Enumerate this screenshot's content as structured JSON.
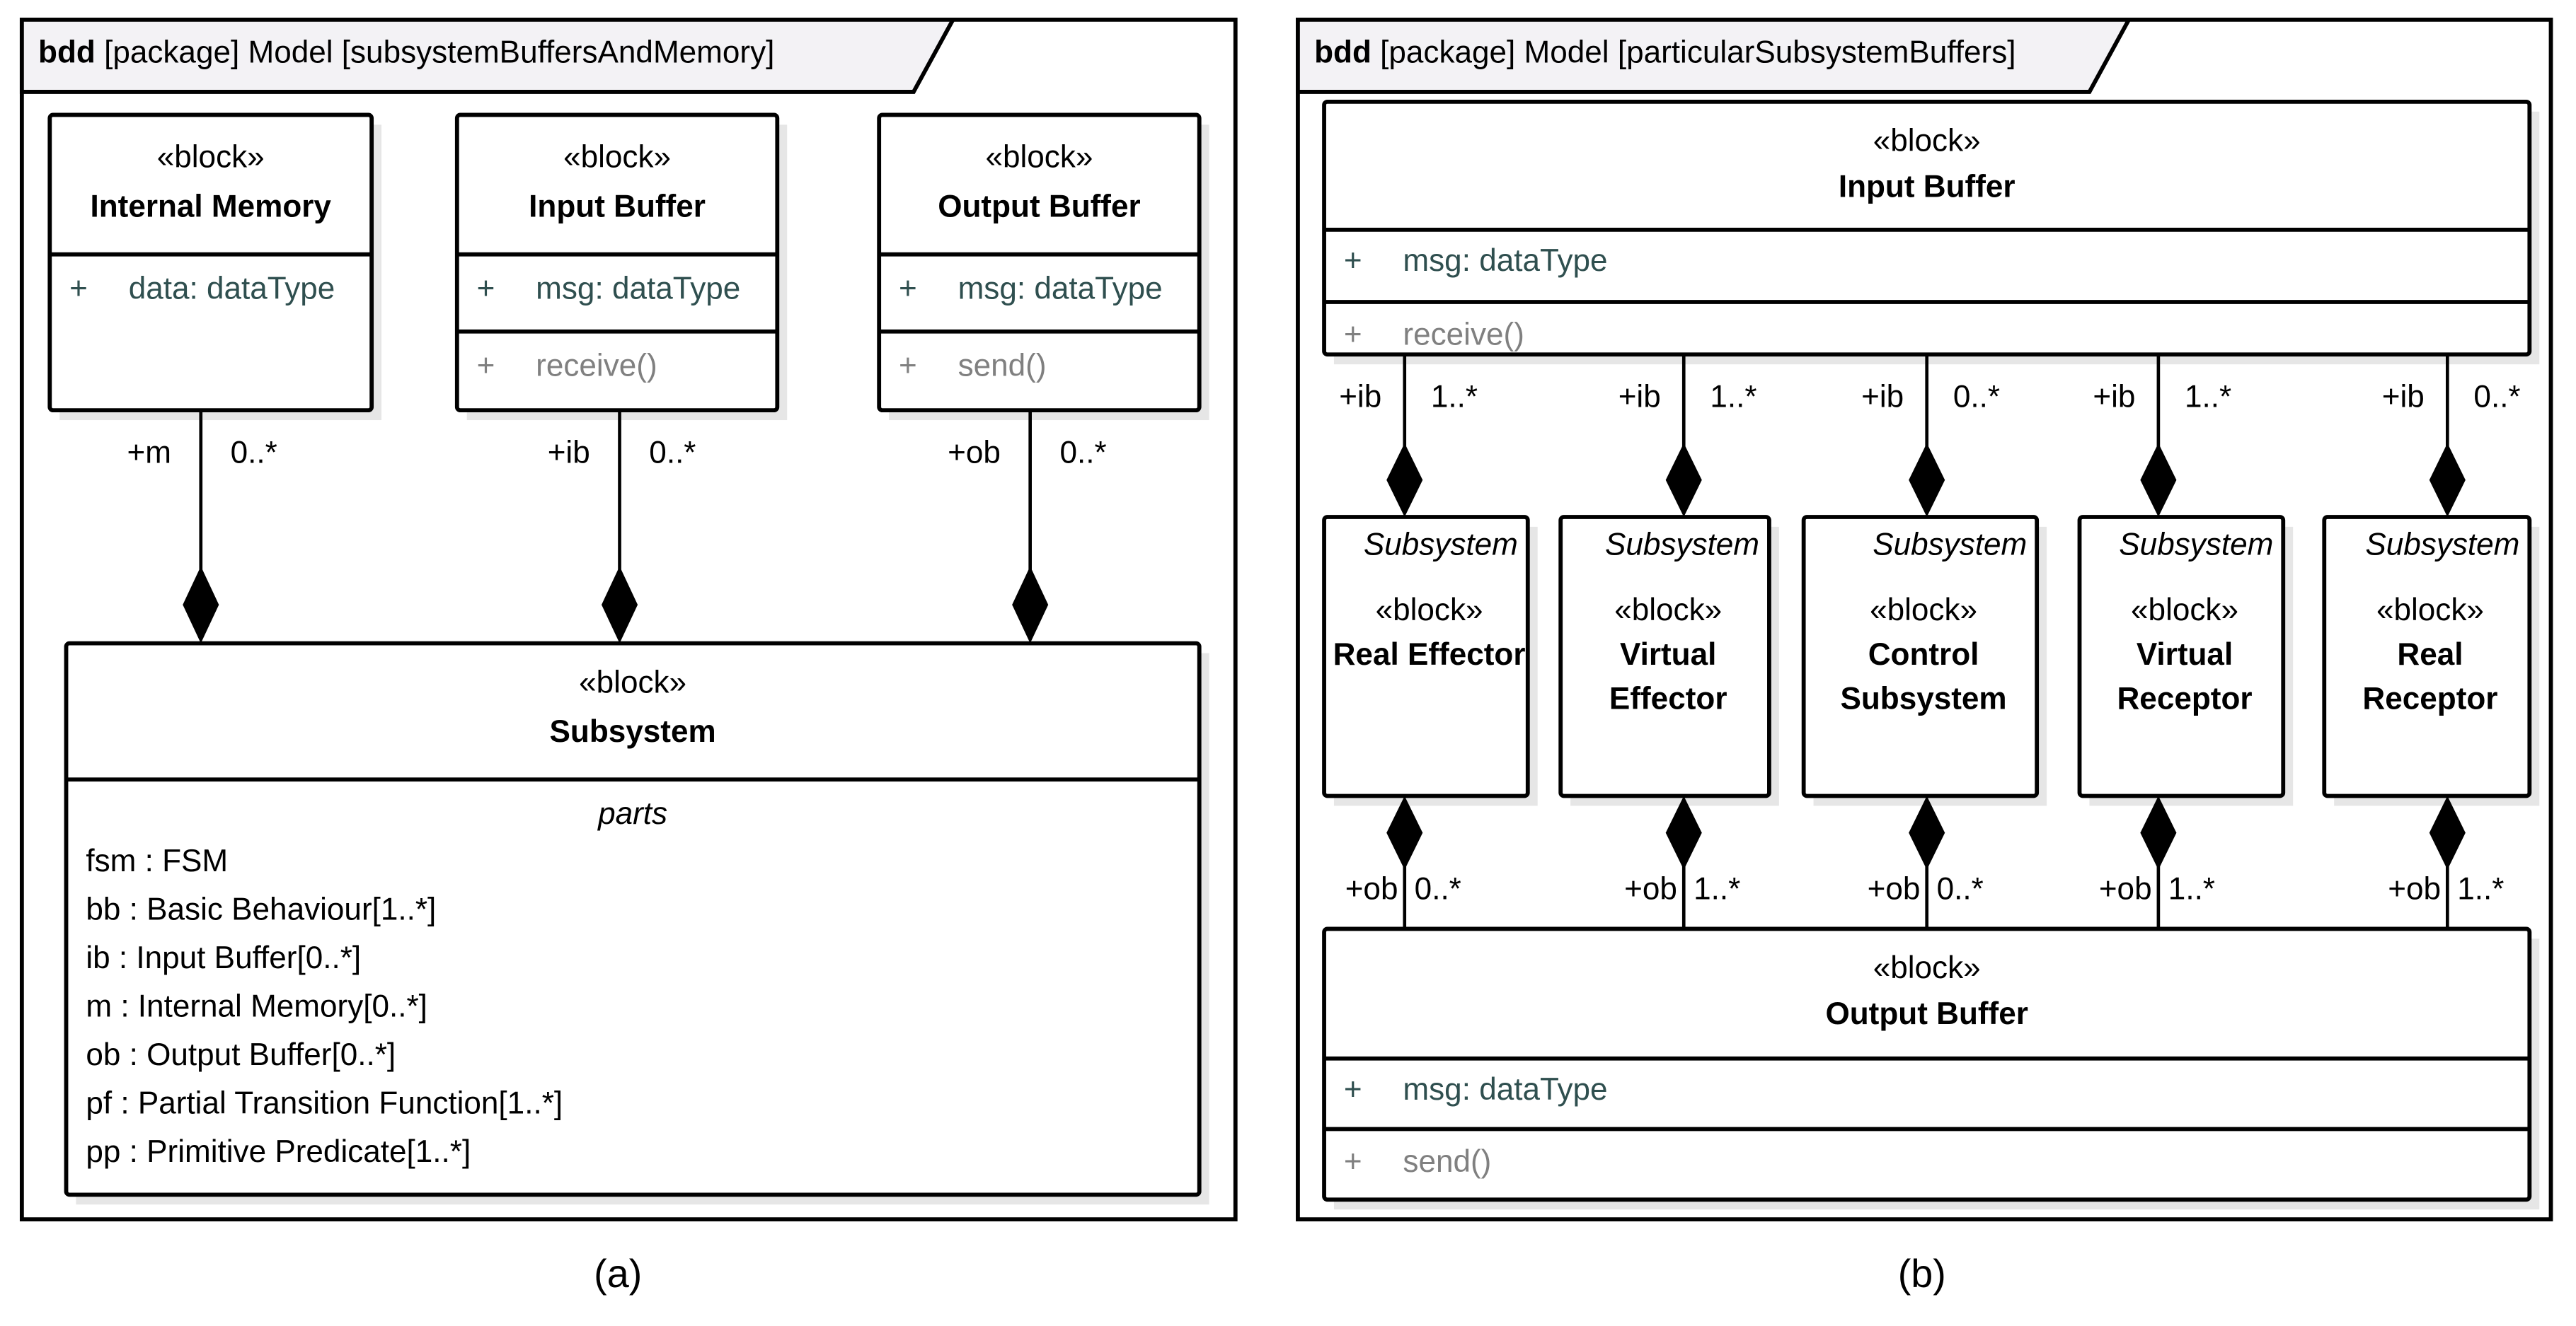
{
  "colors": {
    "line": "#000000",
    "tab_fill": "#f3f2f5",
    "shadow": "#e6e6e6",
    "attribute": "#2f4f4f",
    "operation": "#808080"
  },
  "panels": [
    {
      "caption": "(a)",
      "frame": {
        "kind": "bdd",
        "title": "[package]  Model [subsystemBuffersAndMemory]"
      },
      "top_blocks": [
        {
          "stereotype": "«block»",
          "name": "Internal Memory",
          "attributes": [
            {
              "vis": "+",
              "text": "data: dataType"
            }
          ],
          "operations": []
        },
        {
          "stereotype": "«block»",
          "name": "Input Buffer",
          "attributes": [
            {
              "vis": "+",
              "text": "msg: dataType"
            }
          ],
          "operations": [
            {
              "vis": "+",
              "text": "receive()"
            }
          ]
        },
        {
          "stereotype": "«block»",
          "name": "Output Buffer",
          "attributes": [
            {
              "vis": "+",
              "text": "msg: dataType"
            }
          ],
          "operations": [
            {
              "vis": "+",
              "text": "send()"
            }
          ]
        }
      ],
      "associations": [
        {
          "role": "+m",
          "multiplicity": "0..*"
        },
        {
          "role": "+ib",
          "multiplicity": "0..*"
        },
        {
          "role": "+ob",
          "multiplicity": "0..*"
        }
      ],
      "bottom_block": {
        "stereotype": "«block»",
        "name": "Subsystem",
        "compartment_title": "parts",
        "parts": [
          "fsm : FSM",
          "bb : Basic Behaviour[1..*]",
          "ib : Input Buffer[0..*]",
          "m : Internal Memory[0..*]",
          "ob : Output Buffer[0..*]",
          "pf : Partial Transition Function[1..*]",
          "pp : Primitive Predicate[1..*]"
        ]
      }
    },
    {
      "caption": "(b)",
      "frame": {
        "kind": "bdd",
        "title": "[package]  Model [particularSubsystemBuffers]"
      },
      "input_block": {
        "stereotype": "«block»",
        "name": "Input Buffer",
        "attributes": [
          {
            "vis": "+",
            "text": "msg: dataType"
          }
        ],
        "operations": [
          {
            "vis": "+",
            "text": "receive()"
          }
        ]
      },
      "output_block": {
        "stereotype": "«block»",
        "name": "Output Buffer",
        "attributes": [
          {
            "vis": "+",
            "text": "msg: dataType"
          }
        ],
        "operations": [
          {
            "vis": "+",
            "text": "send()"
          }
        ]
      },
      "subsystems": [
        {
          "supertype": "Subsystem",
          "stereotype": "«block»",
          "name_lines": [
            "Real Effector"
          ],
          "in": {
            "role": "+ib",
            "multiplicity": "1..*"
          },
          "out": {
            "role": "+ob",
            "multiplicity": "0..*"
          }
        },
        {
          "supertype": "Subsystem",
          "stereotype": "«block»",
          "name_lines": [
            "Virtual",
            "Effector"
          ],
          "in": {
            "role": "+ib",
            "multiplicity": "1..*"
          },
          "out": {
            "role": "+ob",
            "multiplicity": "1..*"
          }
        },
        {
          "supertype": "Subsystem",
          "stereotype": "«block»",
          "name_lines": [
            "Control",
            "Subsystem"
          ],
          "in": {
            "role": "+ib",
            "multiplicity": "0..*"
          },
          "out": {
            "role": "+ob",
            "multiplicity": "0..*"
          }
        },
        {
          "supertype": "Subsystem",
          "stereotype": "«block»",
          "name_lines": [
            "Virtual",
            "Receptor"
          ],
          "in": {
            "role": "+ib",
            "multiplicity": "1..*"
          },
          "out": {
            "role": "+ob",
            "multiplicity": "1..*"
          }
        },
        {
          "supertype": "Subsystem",
          "stereotype": "«block»",
          "name_lines": [
            "Real",
            "Receptor"
          ],
          "in": {
            "role": "+ib",
            "multiplicity": "0..*"
          },
          "out": {
            "role": "+ob",
            "multiplicity": "1..*"
          }
        }
      ]
    }
  ]
}
